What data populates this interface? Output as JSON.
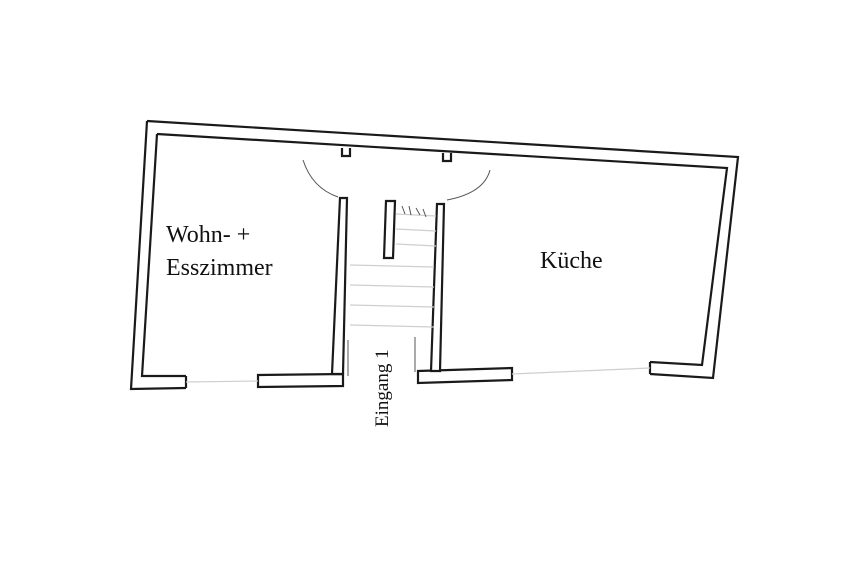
{
  "rooms": {
    "living": {
      "line1": "Wohn- +",
      "line2": "Esszimmer"
    },
    "kitchen": {
      "name": "Küche"
    }
  },
  "entrance": {
    "label": "Eingang 1"
  },
  "colors": {
    "wall": "#1a1a1a",
    "background": "#ffffff",
    "text": "#111111"
  }
}
